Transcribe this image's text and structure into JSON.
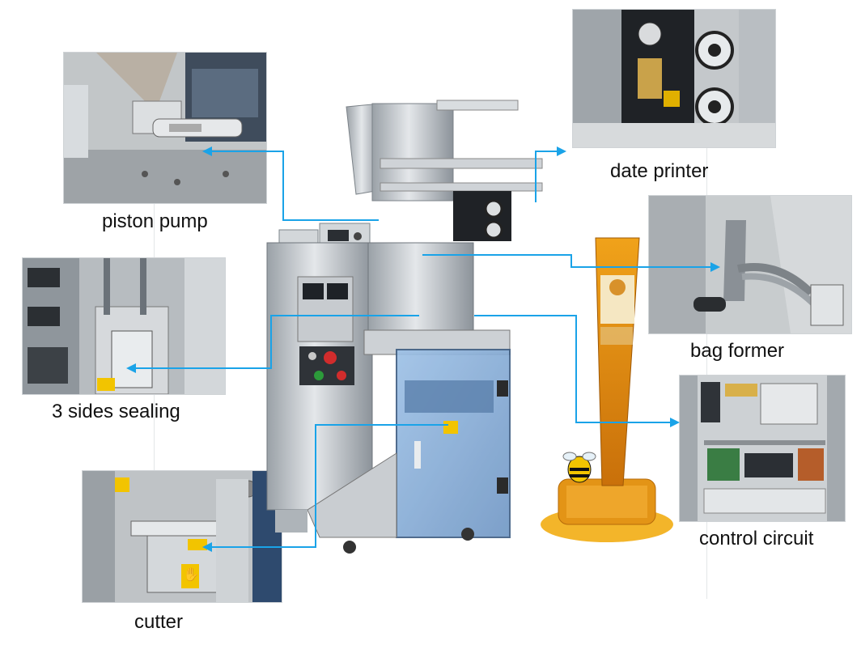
{
  "labels": {
    "piston_pump": "piston pump",
    "three_sides_sealing": "3 sides sealing",
    "cutter": "cutter",
    "date_printer": "date printer",
    "bag_former": "bag former",
    "control_circuit": "control circuit"
  },
  "colors": {
    "arrow": "#1aa3e8",
    "steel": "#c9ced3",
    "steel_dark": "#8e959c",
    "hopper_blue": "#7fa9d6",
    "honey": "#e8920f"
  },
  "icons": [
    "hand-warning-icon",
    "bee-icon"
  ]
}
